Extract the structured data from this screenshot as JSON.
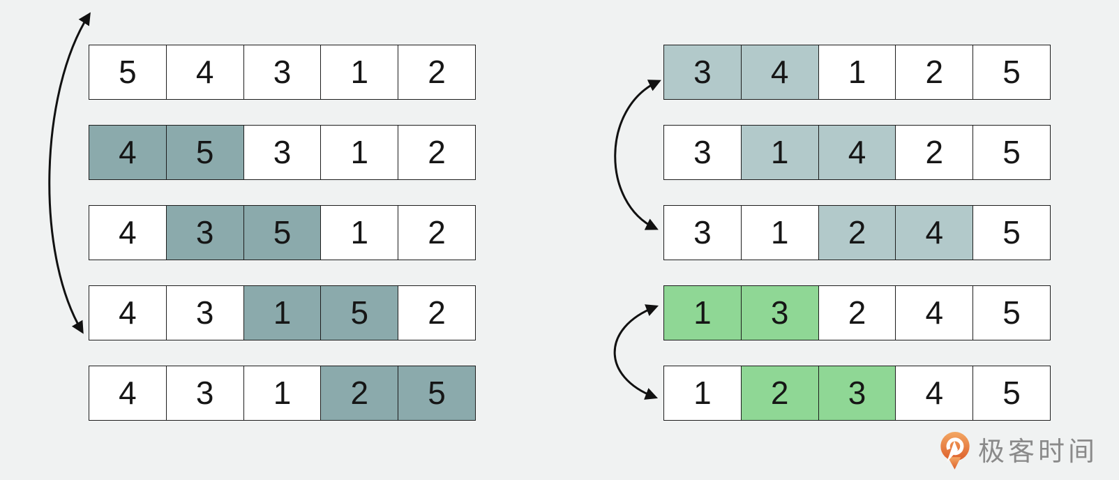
{
  "colors": {
    "page_bg": "#f0f2f2",
    "cell": "#ffffff",
    "border": "#1c1c1c",
    "teal": "#8baaac",
    "lightteal": "#b2c9ca",
    "green": "#8fd795",
    "arrow": "#111111",
    "logo_text": "#8a8a8a"
  },
  "left": {
    "rows": [
      {
        "values": [
          "5",
          "4",
          "3",
          "1",
          "2"
        ],
        "highlight": [],
        "highlight_color": "teal"
      },
      {
        "values": [
          "4",
          "5",
          "3",
          "1",
          "2"
        ],
        "highlight": [
          0,
          1
        ],
        "highlight_color": "teal"
      },
      {
        "values": [
          "4",
          "3",
          "5",
          "1",
          "2"
        ],
        "highlight": [
          1,
          2
        ],
        "highlight_color": "teal"
      },
      {
        "values": [
          "4",
          "3",
          "1",
          "5",
          "2"
        ],
        "highlight": [
          2,
          3
        ],
        "highlight_color": "teal"
      },
      {
        "values": [
          "4",
          "3",
          "1",
          "2",
          "5"
        ],
        "highlight": [
          3,
          4
        ],
        "highlight_color": "teal"
      }
    ]
  },
  "right": {
    "rows": [
      {
        "values": [
          "3",
          "4",
          "1",
          "2",
          "5"
        ],
        "highlight": [
          0,
          1
        ],
        "highlight_color": "lightteal"
      },
      {
        "values": [
          "3",
          "1",
          "4",
          "2",
          "5"
        ],
        "highlight": [
          1,
          2
        ],
        "highlight_color": "lightteal"
      },
      {
        "values": [
          "3",
          "1",
          "2",
          "4",
          "5"
        ],
        "highlight": [
          2,
          3
        ],
        "highlight_color": "lightteal"
      },
      {
        "values": [
          "1",
          "3",
          "2",
          "4",
          "5"
        ],
        "highlight": [
          0,
          1
        ],
        "highlight_color": "green"
      },
      {
        "values": [
          "1",
          "2",
          "3",
          "4",
          "5"
        ],
        "highlight": [
          1,
          2
        ],
        "highlight_color": "green"
      }
    ]
  },
  "logo": {
    "text": "极客时间",
    "orange_top": "#f3a763",
    "orange_bottom": "#dd5f2b"
  }
}
